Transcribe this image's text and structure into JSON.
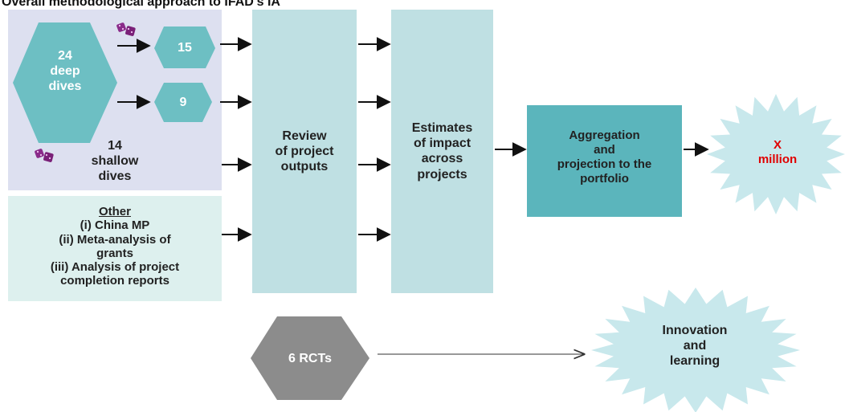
{
  "title": "Overall methodological approach to IFAD's IA",
  "deep_dives": {
    "count": "24",
    "line1": "deep",
    "line2": "dives"
  },
  "branch_a": "15",
  "branch_b": "9",
  "shallow": {
    "count": "14",
    "line1": "shallow",
    "line2": "dives"
  },
  "other": {
    "heading": "Other",
    "item1": "(i) China MP",
    "item2a": "(ii) Meta-analysis of",
    "item2b": "grants",
    "item3a": "(iii) Analysis of project",
    "item3b": "completion reports"
  },
  "review": {
    "line1": "Review",
    "line2": "of project",
    "line3": "outputs"
  },
  "estimates": {
    "line1": "Estimates",
    "line2": "of impact",
    "line3": "across",
    "line4": "projects"
  },
  "aggregation": {
    "line1": "Aggregation",
    "line2": "and",
    "line3": "projection  to the",
    "line4": "portfolio"
  },
  "result": {
    "line1": "X",
    "line2": "million"
  },
  "rcts": "6 RCTs",
  "innovation": {
    "line1": "Innovation",
    "line2": "and",
    "line3": "learning"
  },
  "colors": {
    "panel": "#dde0f0",
    "other_panel": "#ddf0ee",
    "column": "#bfe0e3",
    "hexagon": "#6dbfc3",
    "aggregation": "#5bb5bc",
    "burst": "#c8e8ec",
    "rct": "#8c8c8c",
    "dice": "#8a2b8a",
    "result_text": "#e00000"
  },
  "icons": [
    "dice-icon"
  ]
}
